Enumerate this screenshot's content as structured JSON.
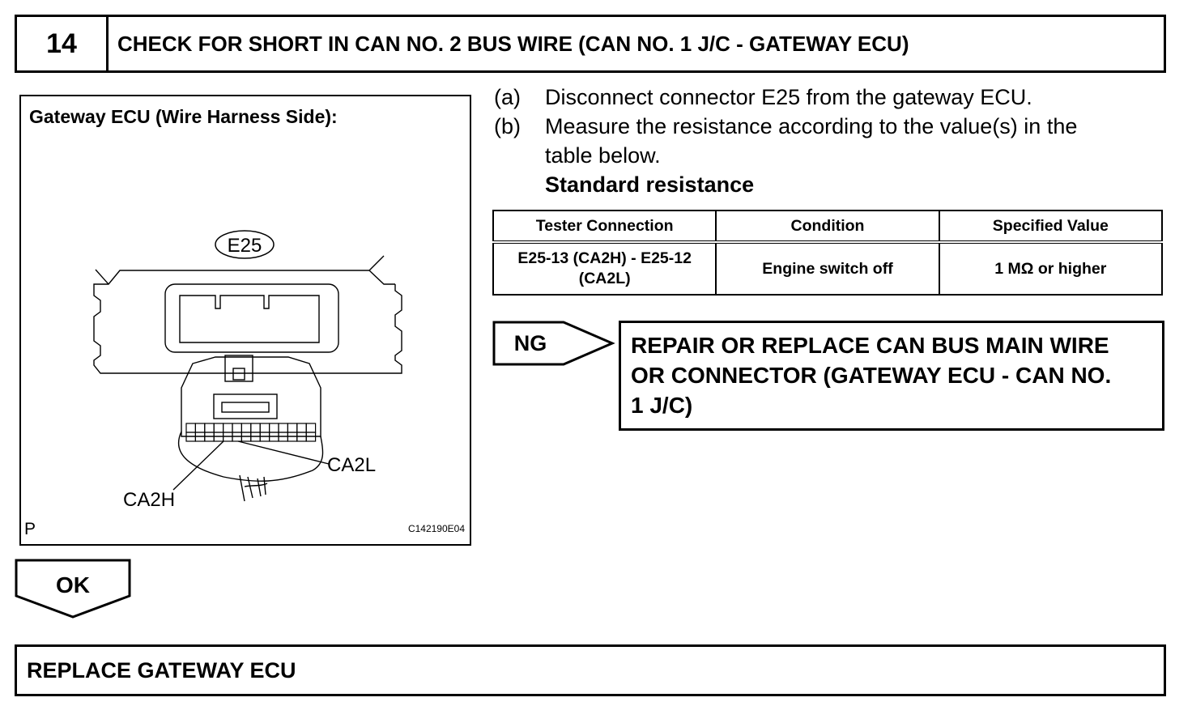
{
  "header": {
    "step_number": "14",
    "title": "CHECK FOR SHORT IN CAN NO. 2 BUS WIRE (CAN NO. 1 J/C - GATEWAY ECU)"
  },
  "figure": {
    "title": "Gateway ECU (Wire Harness Side):",
    "connector_label": "E25",
    "pin_labels": {
      "ca2l": "CA2L",
      "ca2h": "CA2H"
    },
    "corner_letter": "P",
    "figure_code": "C142190E04"
  },
  "instructions": [
    {
      "letter": "(a)",
      "text": "Disconnect connector E25 from the gateway ECU."
    },
    {
      "letter": "(b)",
      "text_line1": "Measure the resistance according to the value(s) in the",
      "text_line2": "table below."
    }
  ],
  "standard_label": "Standard resistance",
  "table": {
    "headers": [
      "Tester Connection",
      "Condition",
      "Specified Value"
    ],
    "rows": [
      {
        "connection_line1": "E25-13 (CA2H) - E25-12",
        "connection_line2": "(CA2L)",
        "condition": "Engine switch off",
        "value": "1 MΩ or higher"
      }
    ]
  },
  "ng": {
    "label": "NG",
    "action_line1": "REPAIR OR REPLACE CAN BUS MAIN WIRE",
    "action_line2": "OR CONNECTOR (GATEWAY ECU - CAN NO.",
    "action_line3": "1 J/C)"
  },
  "ok": {
    "label": "OK"
  },
  "final_action": "REPLACE GATEWAY ECU"
}
